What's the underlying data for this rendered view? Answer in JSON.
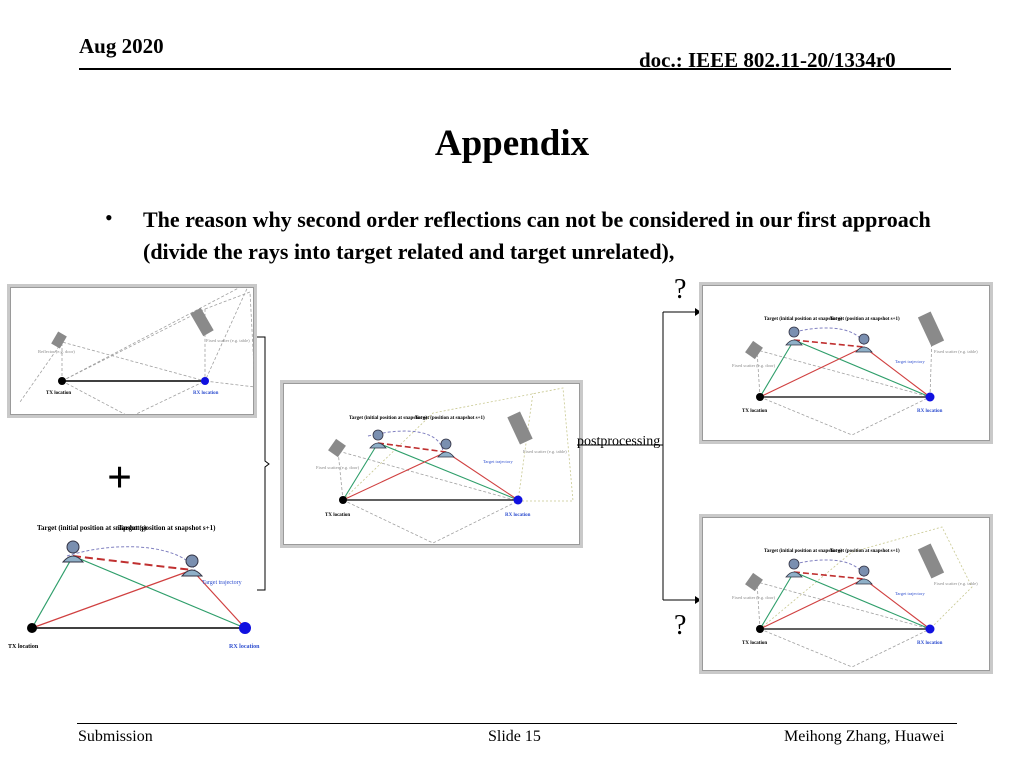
{
  "header": {
    "date": "Aug 2020",
    "doc": "doc.: IEEE 802.11-20/1334r0"
  },
  "title": "Appendix",
  "bullet": {
    "marker": "•",
    "text": "The reason why second order reflections can not be considered in our first approach (divide the rays into target related and target unrelated),"
  },
  "diagram": {
    "plus": "+",
    "postprocessing": "postprocessing",
    "question": "?",
    "panel_top_left": {
      "reflector_left": "Reflector (e.g. door)",
      "reflector_right": "Fixed scatter (e.g. table)",
      "tx": "TX location",
      "rx": "RX location"
    },
    "panel_bottom_left": {
      "target_initial": "Target (initial position at snapshot s)",
      "target_next": "Target (position at snapshot s+1)",
      "trajectory": "Target trajectory",
      "tx": "TX location",
      "rx": "RX location"
    },
    "panel_middle": {
      "target_initial": "Target (initial position at snapshot s)",
      "target_next": "Target (position at snapshot s+1)",
      "trajectory": "Target trajectory",
      "scatter_left": "Fixed scatter (e.g. door)",
      "scatter_right": "Fixed scatter (e.g. table)",
      "tx": "TX location",
      "rx": "RX location"
    },
    "panel_right_top": {
      "target_initial": "Target (initial position at snapshot s)",
      "target_next": "Target (position at snapshot s+1)",
      "trajectory": "Target trajectory",
      "scatter_left": "Fixed scatter (e.g. door)",
      "scatter_right": "Fixed scatter (e.g. table)",
      "tx": "TX location",
      "rx": "RX location"
    },
    "panel_right_bottom": {
      "target_initial": "Target (initial position at snapshot s)",
      "target_next": "Target (position at snapshot s+1)",
      "trajectory": "Target trajectory",
      "scatter_left": "Fixed scatter (e.g. door)",
      "scatter_right": "Fixed scatter (e.g. table)",
      "tx": "TX location",
      "rx": "RX location"
    }
  },
  "footer": {
    "left": "Submission",
    "slide": "Slide 15",
    "author": "Meihong Zhang, Huawei"
  },
  "colors": {
    "tx_ray": "#2e9e6a",
    "rx_ray": "#d04040",
    "target_path": "#c03030",
    "rx_dot": "#1010e0",
    "dashed": "#9a9a9a",
    "label_blue": "#2f4fcf"
  }
}
